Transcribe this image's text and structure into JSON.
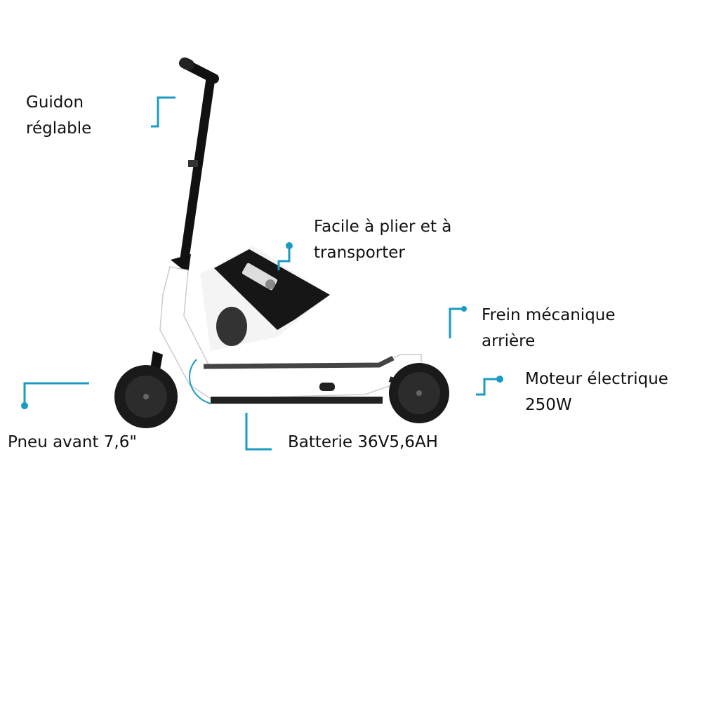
{
  "colors": {
    "accent": "#1a9bc4",
    "frame": "#ffffff",
    "stem": "#111111"
  },
  "labels": {
    "handlebar": [
      "Guidon",
      "réglable"
    ],
    "folding": [
      "Facile à plier et à",
      "transporter"
    ],
    "brake": [
      "Frein mécanique",
      "arrière"
    ],
    "motor": [
      "Moteur électrique",
      "250W"
    ],
    "front_tire": "Pneu avant 7,6\"",
    "battery": "Batterie 36V5,6AH"
  }
}
